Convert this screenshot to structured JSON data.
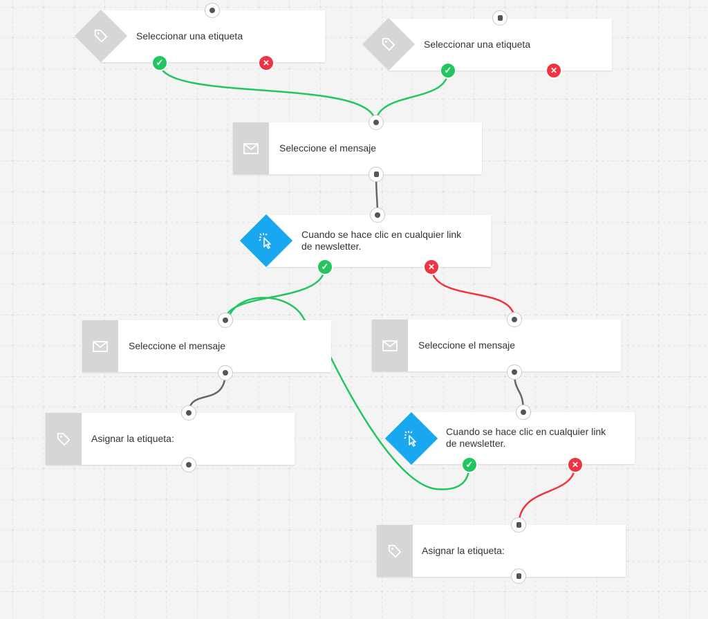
{
  "labels": {
    "select_tag": "Seleccionar una etiqueta",
    "select_message": "Seleccione el mensaje",
    "click_condition": "Cuando se hace clic en cualquier link de newsletter.",
    "assign_tag": "Asignar la etiqueta:"
  },
  "badges": {
    "yes": "✓",
    "no": "✕"
  },
  "colors": {
    "yes": "#22c55e",
    "no": "#ef3340",
    "neutral_wire": "#666666",
    "trigger": "#19a7f0",
    "icon_bg": "#d6d6d6"
  },
  "icons": [
    "tag-icon",
    "envelope-icon",
    "cursor-click-icon"
  ]
}
